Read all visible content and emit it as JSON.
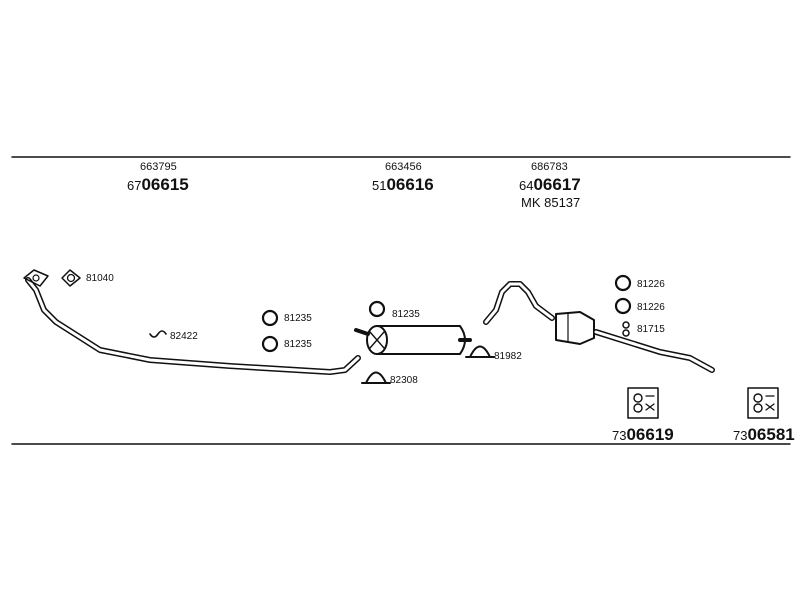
{
  "parts": {
    "front_pipe": {
      "ref": "663795",
      "prefix": "67",
      "number": "06615"
    },
    "middle_silencer": {
      "ref": "663456",
      "prefix": "51",
      "number": "06616"
    },
    "rear_silencer": {
      "ref": "686783",
      "prefix": "64",
      "number": "06617",
      "mk": "MK 85137"
    }
  },
  "fitting_kits": [
    {
      "prefix": "73",
      "number": "06619"
    },
    {
      "prefix": "73",
      "number": "06581"
    }
  ],
  "accessories": {
    "gasket_front": "81040",
    "hanger_front": "82422",
    "ring_front_1": "81235",
    "ring_front_2": "81235",
    "ring_middle": "81235",
    "clamp_middle": "82308",
    "clamp_middle_right": "81982",
    "ring_rear_1": "81226",
    "ring_rear_2": "81226",
    "hanger_rear": "81715"
  },
  "colors": {
    "line": "#111111",
    "background": "#ffffff"
  }
}
